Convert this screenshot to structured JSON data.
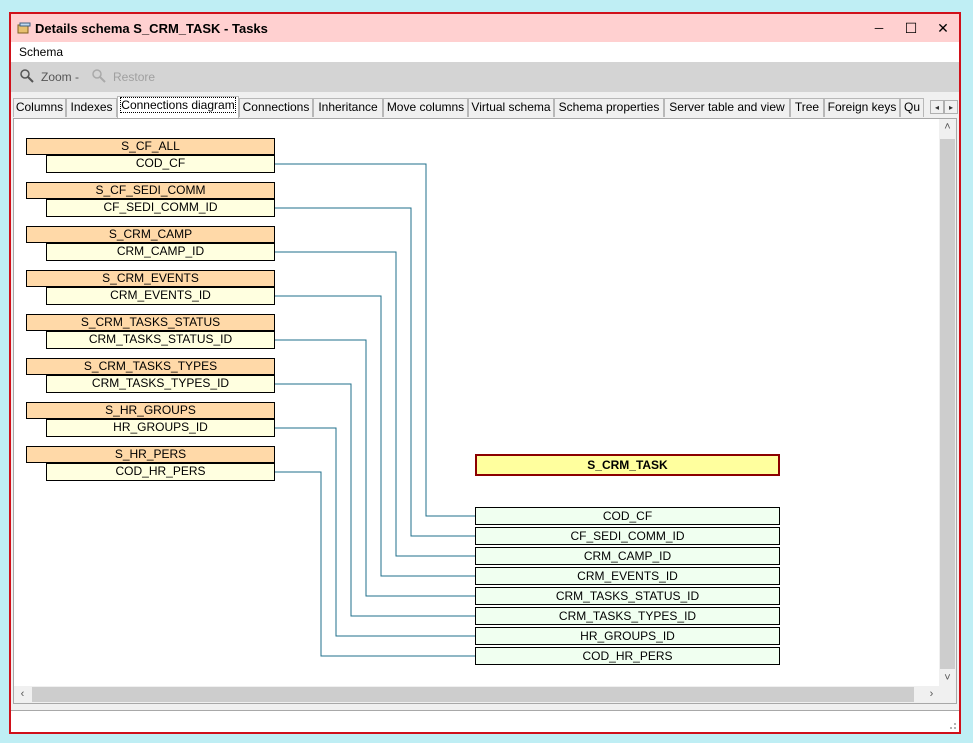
{
  "window": {
    "title": "Details schema S_CRM_TASK  -  Tasks",
    "controls": {
      "minimize": "─",
      "maximize": "☐",
      "close": "✕"
    }
  },
  "menu": {
    "items": [
      "Schema"
    ]
  },
  "toolbar": {
    "zoom_label": "Zoom -",
    "restore_label": "Restore"
  },
  "tabs": {
    "items": [
      "Columns",
      "Indexes",
      "Connections diagram",
      "Connections",
      "Inheritance",
      "Move columns",
      "Virtual schema",
      "Schema properties",
      "Server table and view",
      "Tree",
      "Foreign keys",
      "Qu"
    ],
    "active": "Connections diagram",
    "scroll_left": "◂",
    "scroll_right": "▸"
  },
  "diagram": {
    "source_tables": [
      {
        "name": "S_CF_ALL",
        "field": "COD_CF"
      },
      {
        "name": "S_CF_SEDI_COMM",
        "field": "CF_SEDI_COMM_ID"
      },
      {
        "name": "S_CRM_CAMP",
        "field": "CRM_CAMP_ID"
      },
      {
        "name": "S_CRM_EVENTS",
        "field": "CRM_EVENTS_ID"
      },
      {
        "name": "S_CRM_TASKS_STATUS",
        "field": "CRM_TASKS_STATUS_ID"
      },
      {
        "name": "S_CRM_TASKS_TYPES",
        "field": "CRM_TASKS_TYPES_ID"
      },
      {
        "name": "S_HR_GROUPS",
        "field": "HR_GROUPS_ID"
      },
      {
        "name": "S_HR_PERS",
        "field": "COD_HR_PERS"
      }
    ],
    "target_table": {
      "name": "S_CRM_TASK",
      "fields": [
        "COD_CF",
        "CF_SEDI_COMM_ID",
        "CRM_CAMP_ID",
        "CRM_EVENTS_ID",
        "CRM_TASKS_STATUS_ID",
        "CRM_TASKS_TYPES_ID",
        "HR_GROUPS_ID",
        "COD_HR_PERS"
      ]
    },
    "colors": {
      "source_header": "#ffd9a8",
      "source_field": "#ffffe0",
      "target_header": "#ffff9e",
      "target_border": "#8b0000",
      "target_field": "#f0fff0",
      "link_line": "#1f6f8b"
    }
  },
  "scrollbars": {
    "up": "˄",
    "down": "˅",
    "left": "‹",
    "right": "›"
  }
}
